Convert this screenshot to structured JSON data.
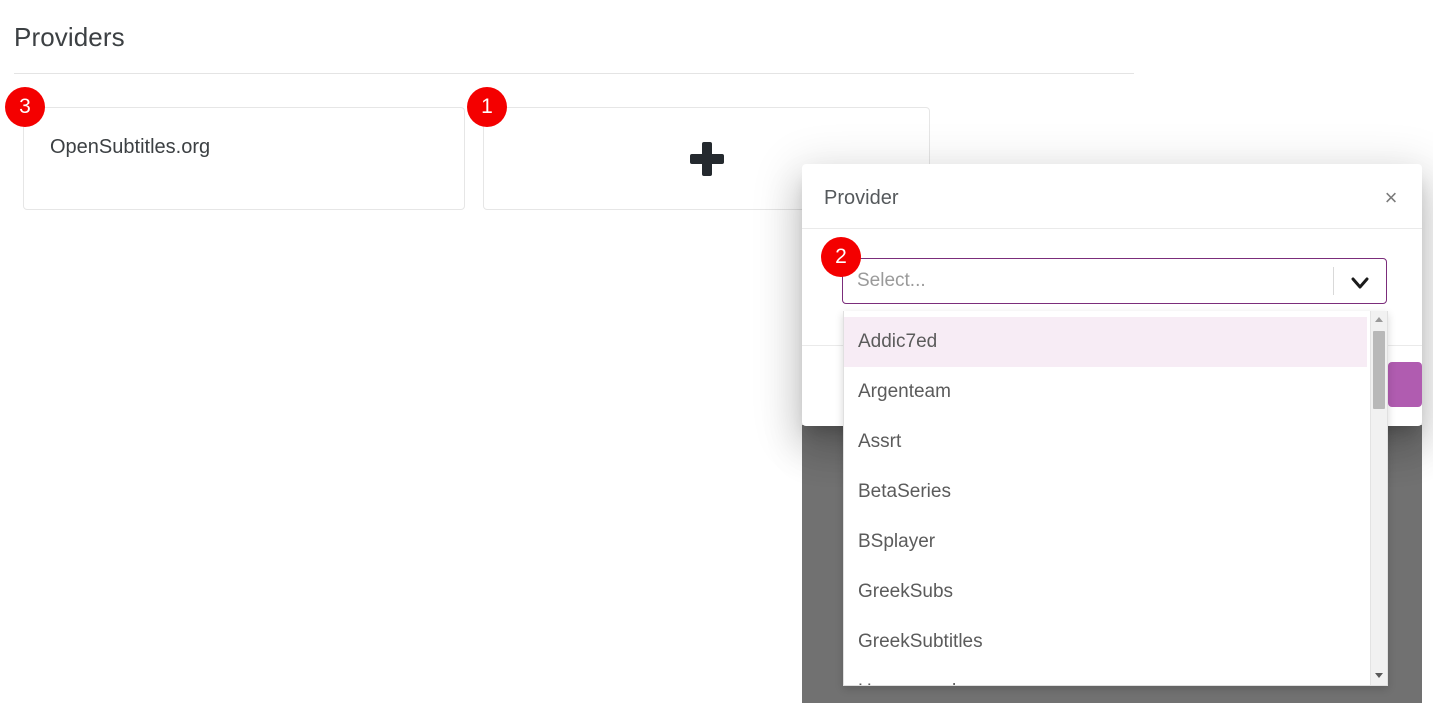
{
  "page": {
    "title": "Providers"
  },
  "providers": {
    "cards": [
      {
        "label": "OpenSubtitles.org"
      }
    ],
    "add_card": {
      "icon": "plus-icon"
    }
  },
  "dialog": {
    "title": "Provider",
    "close_label": "×",
    "select": {
      "placeholder": "Select...",
      "value": "",
      "chevron_icon": "chevron-down-icon"
    },
    "action_button_label": "",
    "accent_color": "#7b2d7b",
    "button_color": "#b05cb0"
  },
  "dropdown": {
    "highlighted_index": 0,
    "highlight_color": "#f7ecf5",
    "options": [
      "Addic7ed",
      "Argenteam",
      "Assrt",
      "BetaSeries",
      "BSplayer",
      "GreekSubs",
      "GreekSubtitles",
      "Hosszupuska"
    ],
    "scrollbar": {
      "up_icon": "scroll-up-arrow-icon",
      "down_icon": "scroll-down-arrow-icon"
    }
  },
  "annotations": {
    "badges": [
      {
        "number": "1"
      },
      {
        "number": "2"
      },
      {
        "number": "3"
      }
    ],
    "badge_color": "#f40000"
  }
}
